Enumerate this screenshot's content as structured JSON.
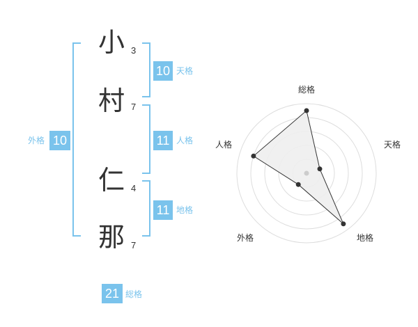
{
  "name": {
    "chars": [
      "小",
      "村",
      "仁",
      "那"
    ],
    "strokes": [
      "3",
      "7",
      "4",
      "7"
    ]
  },
  "fortunes": {
    "tenkaku": {
      "label": "天格",
      "value": "10"
    },
    "jinkaku": {
      "label": "人格",
      "value": "11"
    },
    "chikaku": {
      "label": "地格",
      "value": "11"
    },
    "gaikaku": {
      "label": "外格",
      "value": "10"
    },
    "soukaku": {
      "label": "総格",
      "value": "21"
    }
  },
  "colors": {
    "accent": "#7ac3ec",
    "text": "#333333"
  },
  "chart_data": {
    "type": "radar",
    "axes": [
      "総格",
      "天格",
      "地格",
      "外格",
      "人格"
    ],
    "values": [
      0.9,
      0.2,
      0.9,
      0.2,
      0.8
    ],
    "rings": 5,
    "fill": "#eeeeee",
    "stroke": "#333333"
  }
}
